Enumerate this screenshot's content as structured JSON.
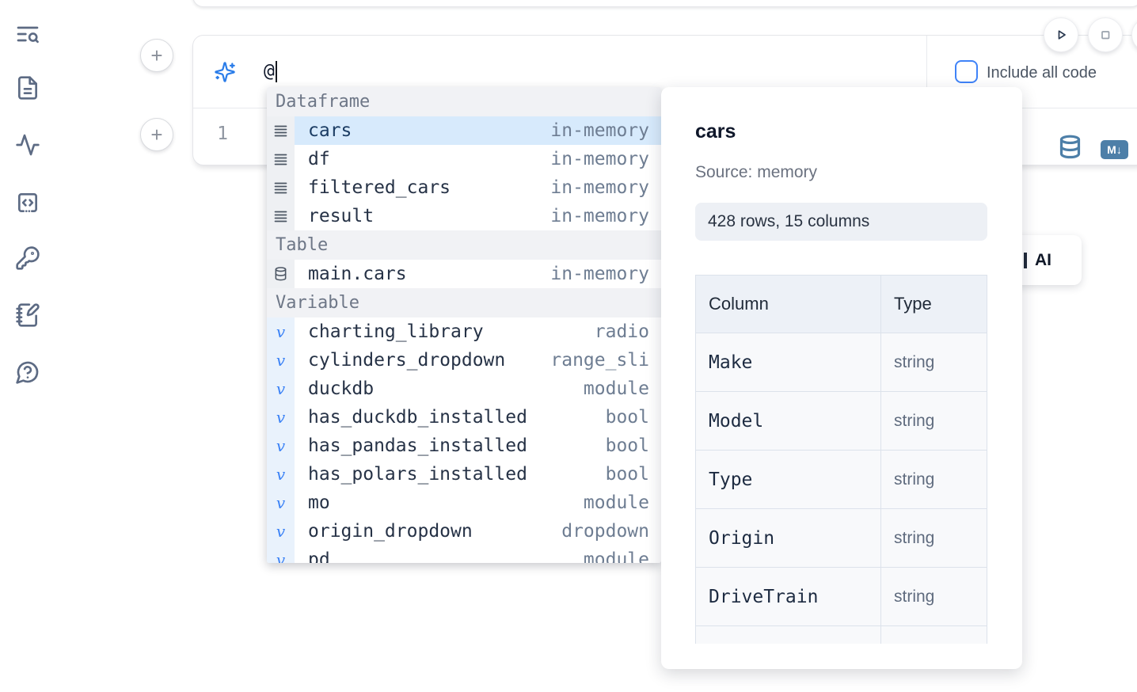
{
  "colors": {
    "accent_blue": "#2b7de9",
    "steel_blue": "#4d7fa8",
    "selection_bg": "#d7eafc"
  },
  "icons": {
    "markdown_badge": "M↓",
    "variable_glyph": "v",
    "plus": "+"
  },
  "sidebar_icons": [
    "toc-search",
    "document",
    "activity",
    "snippets",
    "key",
    "scratchpad",
    "help"
  ],
  "ai_panel": {
    "prompt_value": "@",
    "include_all_code_label": "Include all code"
  },
  "editor": {
    "line_number": "1"
  },
  "autocomplete": {
    "sections": [
      {
        "label": "Dataframe",
        "items": [
          {
            "name": "cars",
            "type": "in-memory",
            "selected": true
          },
          {
            "name": "df",
            "type": "in-memory"
          },
          {
            "name": "filtered_cars",
            "type": "in-memory"
          },
          {
            "name": "result",
            "type": "in-memory"
          }
        ]
      },
      {
        "label": "Table",
        "items": [
          {
            "name": "main.cars",
            "type": "in-memory"
          }
        ]
      },
      {
        "label": "Variable",
        "items": [
          {
            "name": "charting_library",
            "type": "radio"
          },
          {
            "name": "cylinders_dropdown",
            "type": "range_sli"
          },
          {
            "name": "duckdb",
            "type": "module"
          },
          {
            "name": "has_duckdb_installed",
            "type": "bool"
          },
          {
            "name": "has_pandas_installed",
            "type": "bool"
          },
          {
            "name": "has_polars_installed",
            "type": "bool"
          },
          {
            "name": "mo",
            "type": "module"
          },
          {
            "name": "origin_dropdown",
            "type": "dropdown"
          },
          {
            "name": "pd",
            "type": "module"
          }
        ]
      }
    ]
  },
  "preview": {
    "title": "cars",
    "source": "Source: memory",
    "shape_badge": "428 rows, 15 columns",
    "table": {
      "headers": [
        "Column",
        "Type"
      ],
      "rows": [
        [
          "Make",
          "string"
        ],
        [
          "Model",
          "string"
        ],
        [
          "Type",
          "string"
        ],
        [
          "Origin",
          "string"
        ],
        [
          "DriveTrain",
          "string"
        ]
      ]
    }
  },
  "ai_card": {
    "visible_label": "AI"
  }
}
